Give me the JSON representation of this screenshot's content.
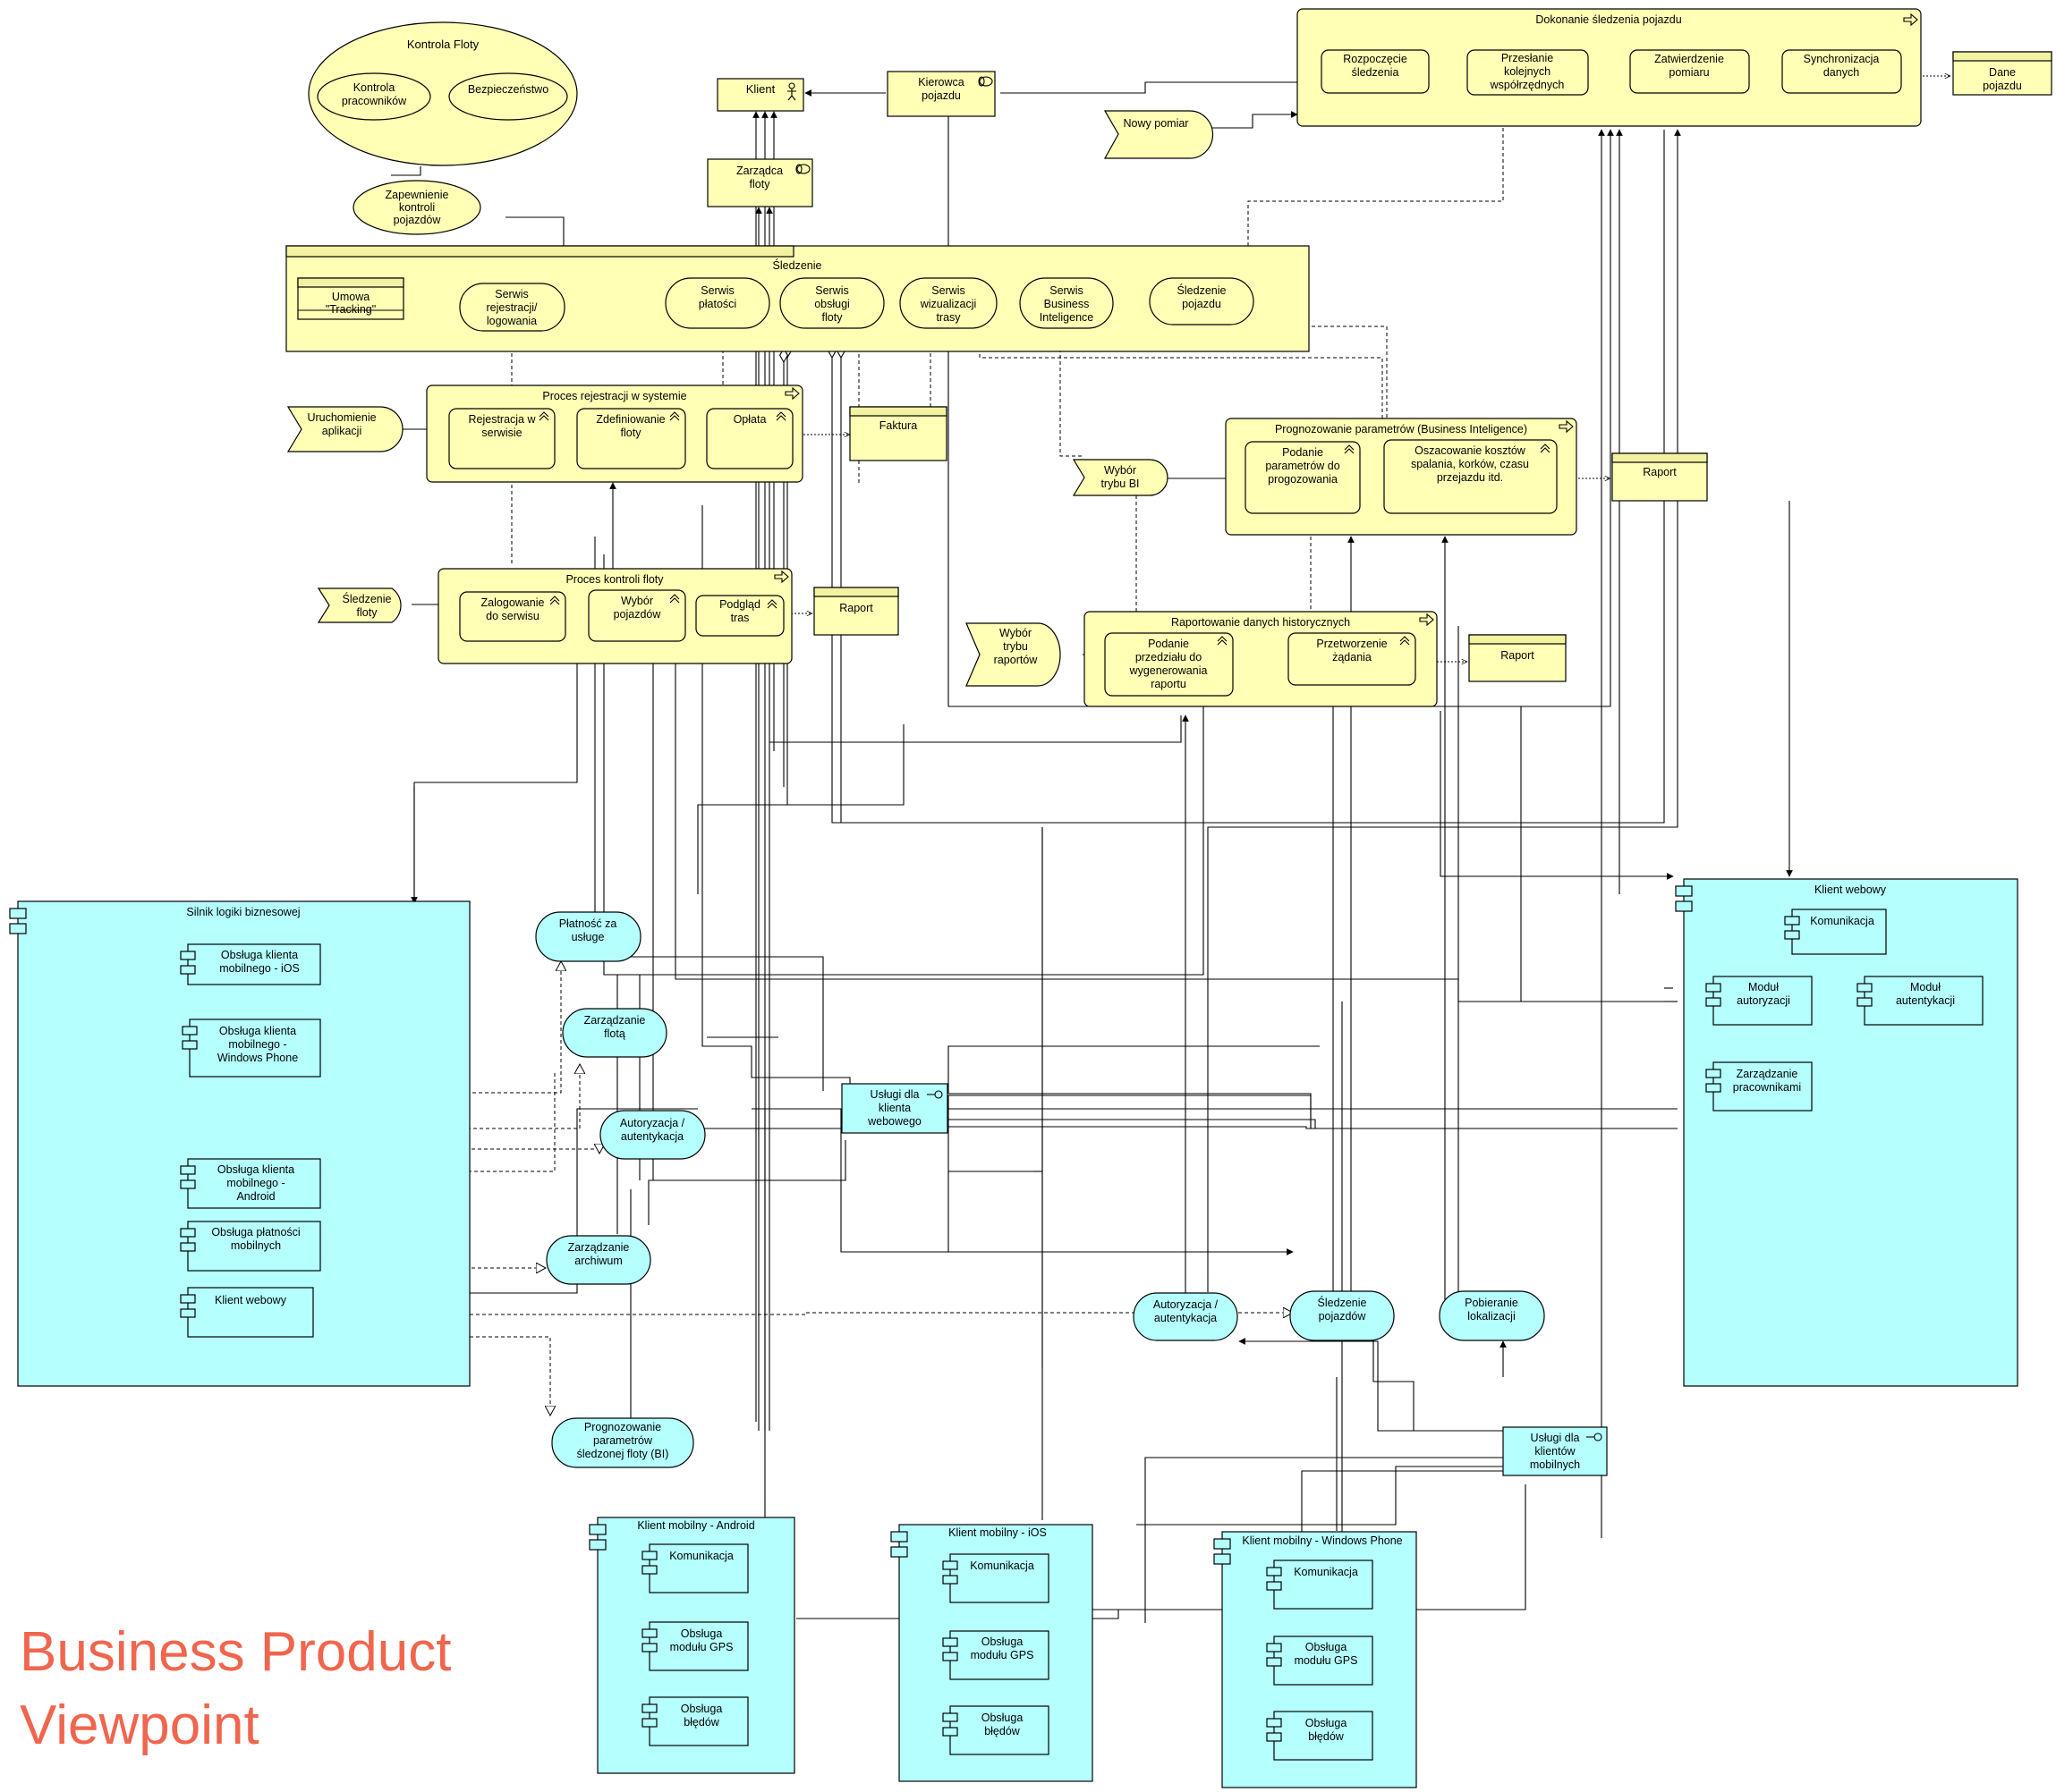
{
  "viewpoint": {
    "title_line1": "Business Product",
    "title_line2": "Viewpoint"
  },
  "colors": {
    "business": "#ffffb5",
    "application": "#b5ffff",
    "title": "#f0654e"
  },
  "business": {
    "kontrola_floty": {
      "title": "Kontrola Floty",
      "inner1": "Kontrola pracowników",
      "inner2": "Bezpieczeństwo"
    },
    "zapewnienie": "Zapewnienie kontroli pojazdów",
    "klient": "Klient",
    "kierowca": "Kierowca pojazdu",
    "zarzadca": "Zarządca floty",
    "nowy_pomiar": "Nowy pomiar",
    "dane_pojazdu": "Dane pojazdu",
    "dokonanie": {
      "title": "Dokonanie śledzenia pojazdu",
      "steps": [
        "Rozpoczęcie śledzenia",
        "Przesłanie kolejnych współrzędnych",
        "Zatwierdzenie pomiaru",
        "Synchronizacja danych"
      ]
    },
    "sledzenie": {
      "title": "Śledzenie",
      "umowa": "Umowa \"Tracking\"",
      "services": [
        "Serwis rejestracji/ logowania",
        "Serwis płatości",
        "Serwis obsługi floty",
        "Serwis wizualizacji trasy",
        "Serwis Business Inteligence",
        "Śledzenie pojazdu"
      ]
    },
    "uruchomienie": "Uruchomienie aplikacji",
    "proces_rejestracji": {
      "title": "Proces rejestracji w systemie",
      "steps": [
        "Rejestracja w serwisie",
        "Zdefiniowanie floty",
        "Opłata"
      ]
    },
    "faktura": "Faktura",
    "sledzenie_floty": "Śledzenie floty",
    "proces_kontroli": {
      "title": "Proces kontroli floty",
      "steps": [
        "Zalogowanie do serwisu",
        "Wybór pojazdów",
        "Podgląd tras"
      ]
    },
    "raport": "Raport",
    "wybor_bi": "Wybór trybu BI",
    "prognozowanie_bi": {
      "title": "Prognozowanie parametrów (Business Inteligence)",
      "steps": [
        "Podanie parametrów do progozowania",
        "Oszacowanie kosztów spalania, korków, czasu przejazdu itd."
      ]
    },
    "wybor_raportow": "Wybór trybu raportów",
    "raportowanie": {
      "title": "Raportowanie danych historycznych",
      "steps": [
        "Podanie przedziału do wygenerowania raportu",
        "Przetworzenie żądania"
      ]
    }
  },
  "application": {
    "silnik": {
      "title": "Silnik logiki biznesowej",
      "items": [
        "Obsługa klienta mobilnego - iOS",
        "Obsługa klienta mobilnego - Windows Phone",
        "Obsługa klienta mobilnego - Android",
        "Obsługa płatności mobilnych",
        "Klient webowy"
      ]
    },
    "services_center": [
      "Płatność za usługe",
      "Zarządzanie flotą",
      "Autoryzacja / autentykacja",
      "Zarządzanie archiwum",
      "Prognozowanie parametrów śledzonej floty (BI)"
    ],
    "uslugi_web": "Usługi dla klienta webowego",
    "services_right": [
      "Autoryzacja / autentykacja",
      "Śledzenie pojazdów",
      "Pobieranie lokalizacji"
    ],
    "uslugi_mobile": "Usługi dla klientów mobilnych",
    "klient_webowy": {
      "title": "Klient webowy",
      "items": [
        "Komunikacja",
        "Moduł autoryzacji",
        "Moduł autentykacji",
        "Zarządzanie pracownikami"
      ]
    },
    "mobile_android": {
      "title": "Klient mobilny - Android",
      "items": [
        "Komunikacja",
        "Obsługa modułu GPS",
        "Obsługa błędów"
      ]
    },
    "mobile_ios": {
      "title": "Klient mobilny - iOS",
      "items": [
        "Komunikacja",
        "Obsługa modułu GPS",
        "Obsługa błędów"
      ]
    },
    "mobile_wp": {
      "title": "Klient mobilny - Windows Phone",
      "items": [
        "Komunikacja",
        "Obsługa modułu GPS",
        "Obsługa błędów"
      ]
    }
  }
}
